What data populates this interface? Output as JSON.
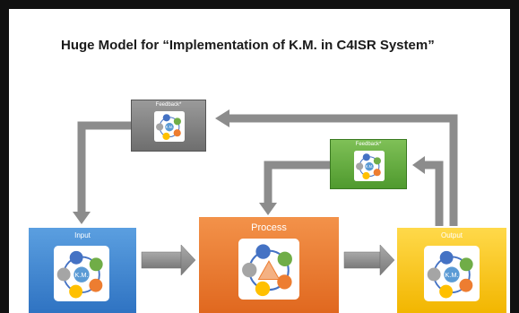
{
  "title": "Huge Model for “Implementation of K.M. in C4ISR System”",
  "boxes": {
    "feedback_gray": "Feedback*",
    "feedback_green": "Feedback*",
    "input": "Input",
    "process": "Process",
    "output": "Output"
  },
  "icon": {
    "center_label": "K.M.",
    "node_colors": [
      "#4472c4",
      "#70ad47",
      "#ed7d31",
      "#ffc000",
      "#a5a5a5"
    ]
  },
  "colors": {
    "feedback_gray": "#7f7f7f",
    "feedback_green": "#5fa83a",
    "input": "#3d85d0",
    "process": "#ea7a30",
    "output": "#fcc81a",
    "arrow": "#8c8c8c"
  }
}
